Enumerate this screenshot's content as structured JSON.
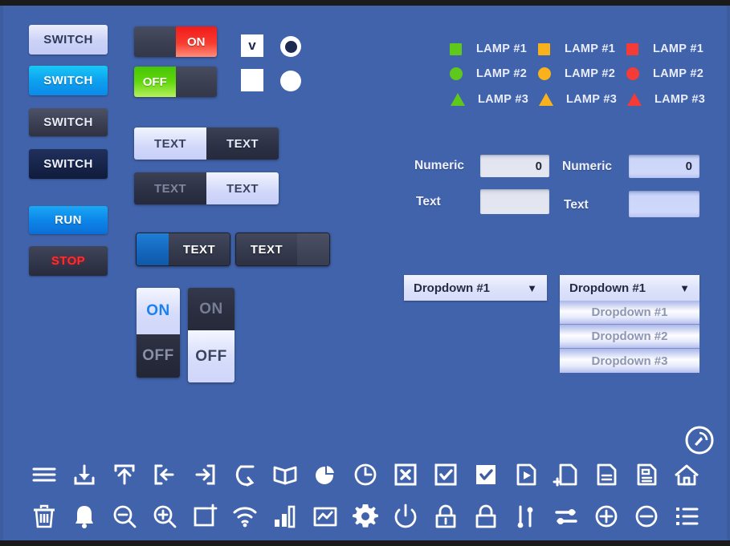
{
  "panel": {
    "background": "#4163ab"
  },
  "switch_buttons": [
    {
      "label": "SWITCH",
      "style": "light"
    },
    {
      "label": "SWITCH",
      "style": "cyan"
    },
    {
      "label": "SWITCH",
      "style": "slate"
    },
    {
      "label": "SWITCH",
      "style": "navy"
    }
  ],
  "action_buttons": [
    {
      "label": "RUN",
      "style": "run",
      "color": "#ffffff"
    },
    {
      "label": "STOP",
      "style": "stop",
      "color": "#ff2d2d"
    }
  ],
  "onoff_toggles": [
    {
      "left": "",
      "right": "ON",
      "active": "right",
      "active_color": "#f21b1b"
    },
    {
      "left": "OFF",
      "right": "",
      "active": "left",
      "active_color": "#61d80c"
    }
  ],
  "checkbox_group": {
    "checked_mark": "v",
    "checkbox_checked": true,
    "checkbox_unchecked": false,
    "radio_selected": true,
    "radio_plain": false
  },
  "tab_pairs": [
    {
      "left": "TEXT",
      "right": "TEXT",
      "selected": "left"
    },
    {
      "left": "TEXT",
      "right": "TEXT",
      "selected": "right"
    }
  ],
  "slider_toggles": [
    {
      "label": "TEXT",
      "handle": "left",
      "handle_color": "#1467bd"
    },
    {
      "label": "TEXT",
      "handle": "right",
      "handle_color": "#3f4458"
    }
  ],
  "vertical_toggles": [
    {
      "on": "ON",
      "off": "OFF",
      "selected": "on"
    },
    {
      "on": "ON",
      "off": "OFF",
      "selected": "off"
    }
  ],
  "lamps": {
    "columns": [
      {
        "color": "#5ec91a",
        "items": [
          {
            "label": "LAMP #1",
            "shape": "square"
          },
          {
            "label": "LAMP #2",
            "shape": "circle"
          },
          {
            "label": "LAMP #3",
            "shape": "triangle"
          }
        ]
      },
      {
        "color": "#f9b21c",
        "items": [
          {
            "label": "LAMP #1",
            "shape": "square"
          },
          {
            "label": "LAMP #2",
            "shape": "circle"
          },
          {
            "label": "LAMP #3",
            "shape": "triangle"
          }
        ]
      },
      {
        "color": "#f43b36",
        "items": [
          {
            "label": "LAMP #1",
            "shape": "square"
          },
          {
            "label": "LAMP #2",
            "shape": "circle"
          },
          {
            "label": "LAMP #3",
            "shape": "triangle"
          }
        ]
      }
    ]
  },
  "fields": {
    "group_left": [
      {
        "label": "Numeric",
        "value": "0",
        "style": "grey"
      },
      {
        "label": "Text",
        "value": "",
        "style": "grey"
      }
    ],
    "group_right": [
      {
        "label": "Numeric",
        "value": "0",
        "style": "blue"
      },
      {
        "label": "Text",
        "value": "",
        "style": "blue"
      }
    ]
  },
  "dropdowns": {
    "closed": {
      "label": "Dropdown #1",
      "caret": "▼"
    },
    "open": {
      "label": "Dropdown #1",
      "caret": "▼",
      "options": [
        "Dropdown #1",
        "Dropdown #2",
        "Dropdown #3"
      ]
    }
  },
  "gauge_button": {
    "name": "gauge-icon"
  },
  "icon_rows": [
    [
      "menu",
      "download",
      "upload",
      "login",
      "logout",
      "refresh",
      "book",
      "pie-chart",
      "clock",
      "box-close",
      "box-check",
      "box-check-filled",
      "file-play",
      "file-add",
      "file-text",
      "file-report",
      "home"
    ],
    [
      "trash",
      "bell",
      "zoom-out",
      "zoom-in",
      "add-frame",
      "wifi",
      "bar-chart",
      "line-chart",
      "gear",
      "power",
      "lock-closed",
      "lock-open",
      "sliders-vertical",
      "sliders-horizontal",
      "plus-circle",
      "minus-circle",
      "list"
    ]
  ]
}
